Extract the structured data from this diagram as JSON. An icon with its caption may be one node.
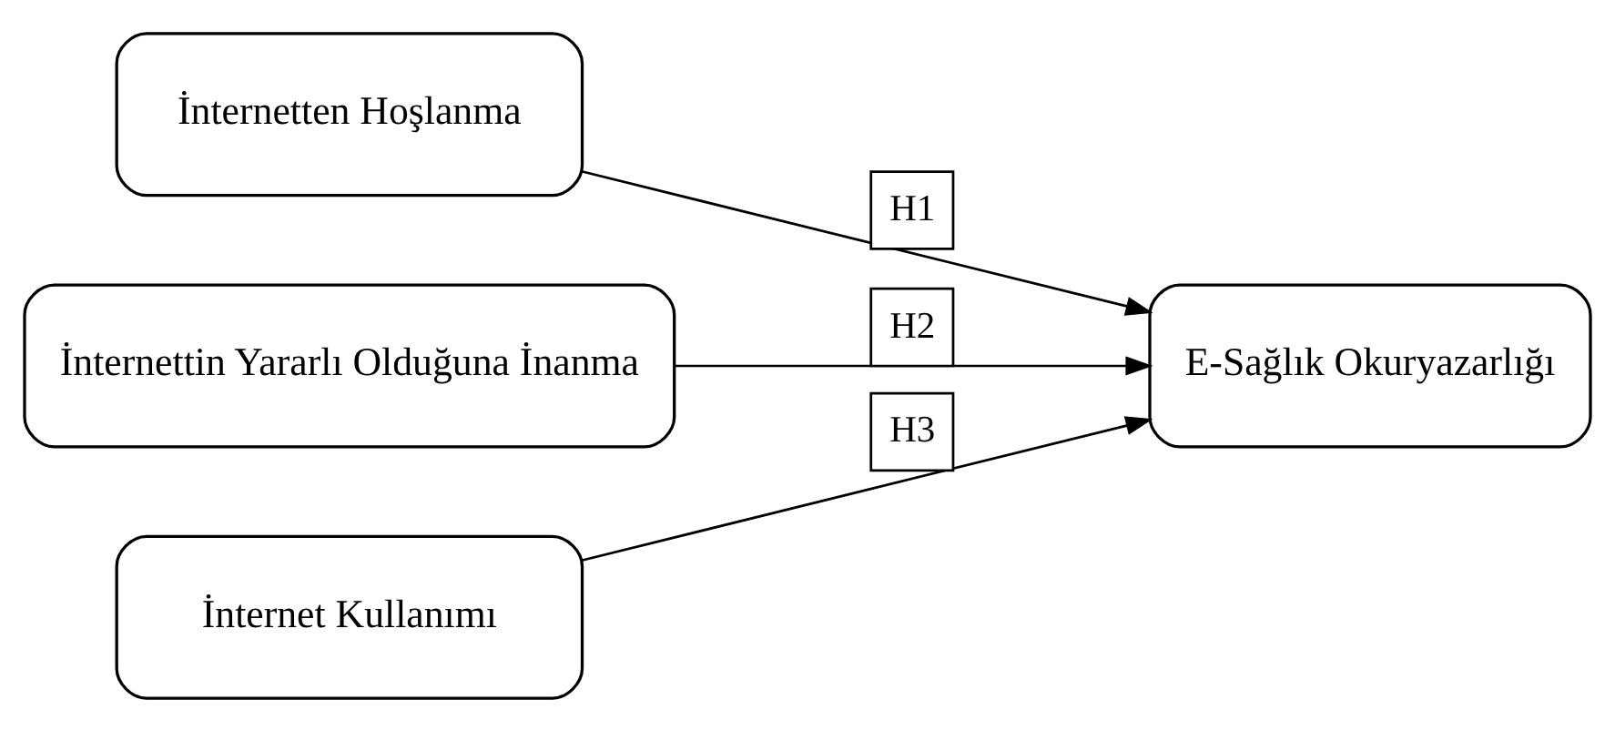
{
  "diagram": {
    "nodes": [
      {
        "text": [
          "İnternetten Hoşlanma"
        ]
      },
      {
        "text": [
          "İnternettin Yararlı Olduğuna İnanma"
        ]
      },
      {
        "text": [
          "İnternet Kullanımı"
        ]
      },
      {
        "text": [
          "E-Sağlık Okuryazarlığı"
        ]
      }
    ],
    "edges": [
      {
        "from": 0,
        "to": 3,
        "arrow": "to",
        "label": "H1"
      },
      {
        "from": 1,
        "to": 3,
        "arrow": "to",
        "label": "H2"
      },
      {
        "from": 2,
        "to": 3,
        "arrow": "to",
        "label": "H3"
      }
    ]
  }
}
